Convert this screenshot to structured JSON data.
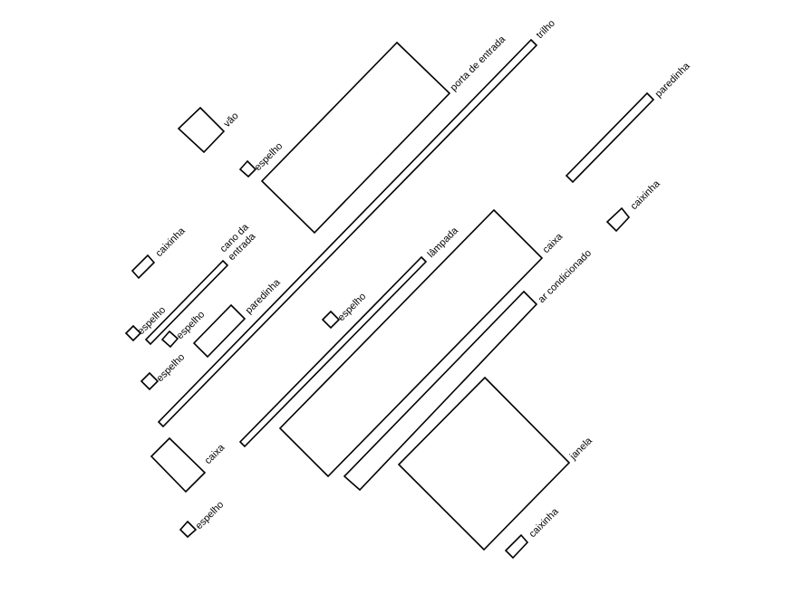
{
  "labels": {
    "vao": "vão",
    "espelho_1": "espelho",
    "porta_de_entrada": "porta de entrada",
    "trilho": "trilho",
    "paredinha_1": "paredinha",
    "caixinha_1": "caixinha",
    "caixinha_2": "caixinha",
    "cano_line1": "cano da",
    "cano_line2": "entrada",
    "espelho_2": "espelho",
    "espelho_3": "espelho",
    "paredinha_2": "paredinha",
    "espelho_4": "espelho",
    "espelho_5": "espelho",
    "lampada": "lâmpada",
    "caixa_1": "caixa",
    "ar_condicionado": "ar condicionado",
    "janela": "janela",
    "caixa_2": "caixa",
    "espelho_6": "espelho",
    "caixinha_3": "caixinha"
  }
}
